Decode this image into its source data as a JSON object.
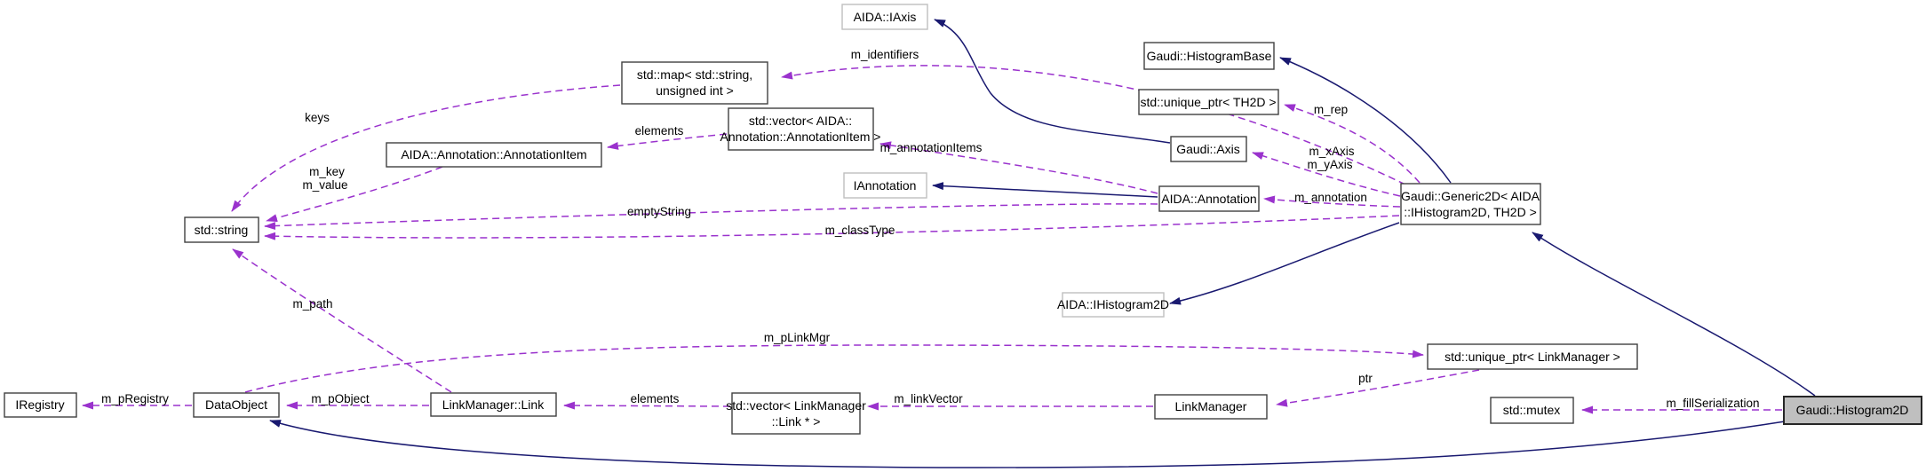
{
  "diagram": {
    "type": "class-collaboration-graph",
    "nodes": {
      "iaxis": {
        "label": "AIDA::IAxis"
      },
      "histogrambase": {
        "label": "Gaudi::HistogramBase"
      },
      "uptr_th2d": {
        "label": "std::unique_ptr< TH2D >"
      },
      "gaudi_axis": {
        "label": "Gaudi::Axis"
      },
      "std_map": {
        "line1": "std::map< std::string,",
        "line2": "unsigned int >"
      },
      "vec_ann": {
        "line1": "std::vector< AIDA::",
        "line2": "Annotation::AnnotationItem >"
      },
      "ann_item": {
        "label": "AIDA::Annotation::AnnotationItem"
      },
      "iannotation": {
        "label": "IAnnotation"
      },
      "annotation": {
        "label": "AIDA::Annotation"
      },
      "generic2d": {
        "line1": "Gaudi::Generic2D< AIDA",
        "line2": "::IHistogram2D, TH2D >"
      },
      "std_string": {
        "label": "std::string"
      },
      "ihistogram2d": {
        "label": "AIDA::IHistogram2D"
      },
      "uptr_lm": {
        "label": "std::unique_ptr< LinkManager >"
      },
      "iregistry": {
        "label": "IRegistry"
      },
      "dataobject": {
        "label": "DataObject"
      },
      "lm_link": {
        "label": "LinkManager::Link"
      },
      "vec_link": {
        "line1": "std::vector< LinkManager",
        "line2": "::Link * >"
      },
      "linkmanager": {
        "label": "LinkManager"
      },
      "std_mutex": {
        "label": "std::mutex"
      },
      "histogram2d": {
        "label": "Gaudi::Histogram2D"
      }
    },
    "edge_labels": {
      "m_identifiers": "m_identifiers",
      "keys": "keys",
      "elements_top": "elements",
      "m_key": "m_key",
      "m_value": "m_value",
      "m_annotationItems": "m_annotationItems",
      "m_rep": "m_rep",
      "m_xAxis": "m_xAxis",
      "m_yAxis": "m_yAxis",
      "m_annotation": "m_annotation",
      "emptyString": "emptyString",
      "m_classType": "m_classType",
      "m_path": "m_path",
      "m_pLinkMgr": "m_pLinkMgr",
      "m_pRegistry": "m_pRegistry",
      "m_pObject": "m_pObject",
      "elements_bottom": "elements",
      "m_linkVector": "m_linkVector",
      "ptr": "ptr",
      "m_fillSerialization": "m_fillSerialization"
    },
    "colors": {
      "inheritance_edge": "#191970",
      "usage_edge": "#9a32cd",
      "node_border": "#404040",
      "external_node_border": "#bfbfbf",
      "main_node_fill": "#bfbfbf",
      "background": "#ffffff",
      "text": "#000000"
    }
  }
}
